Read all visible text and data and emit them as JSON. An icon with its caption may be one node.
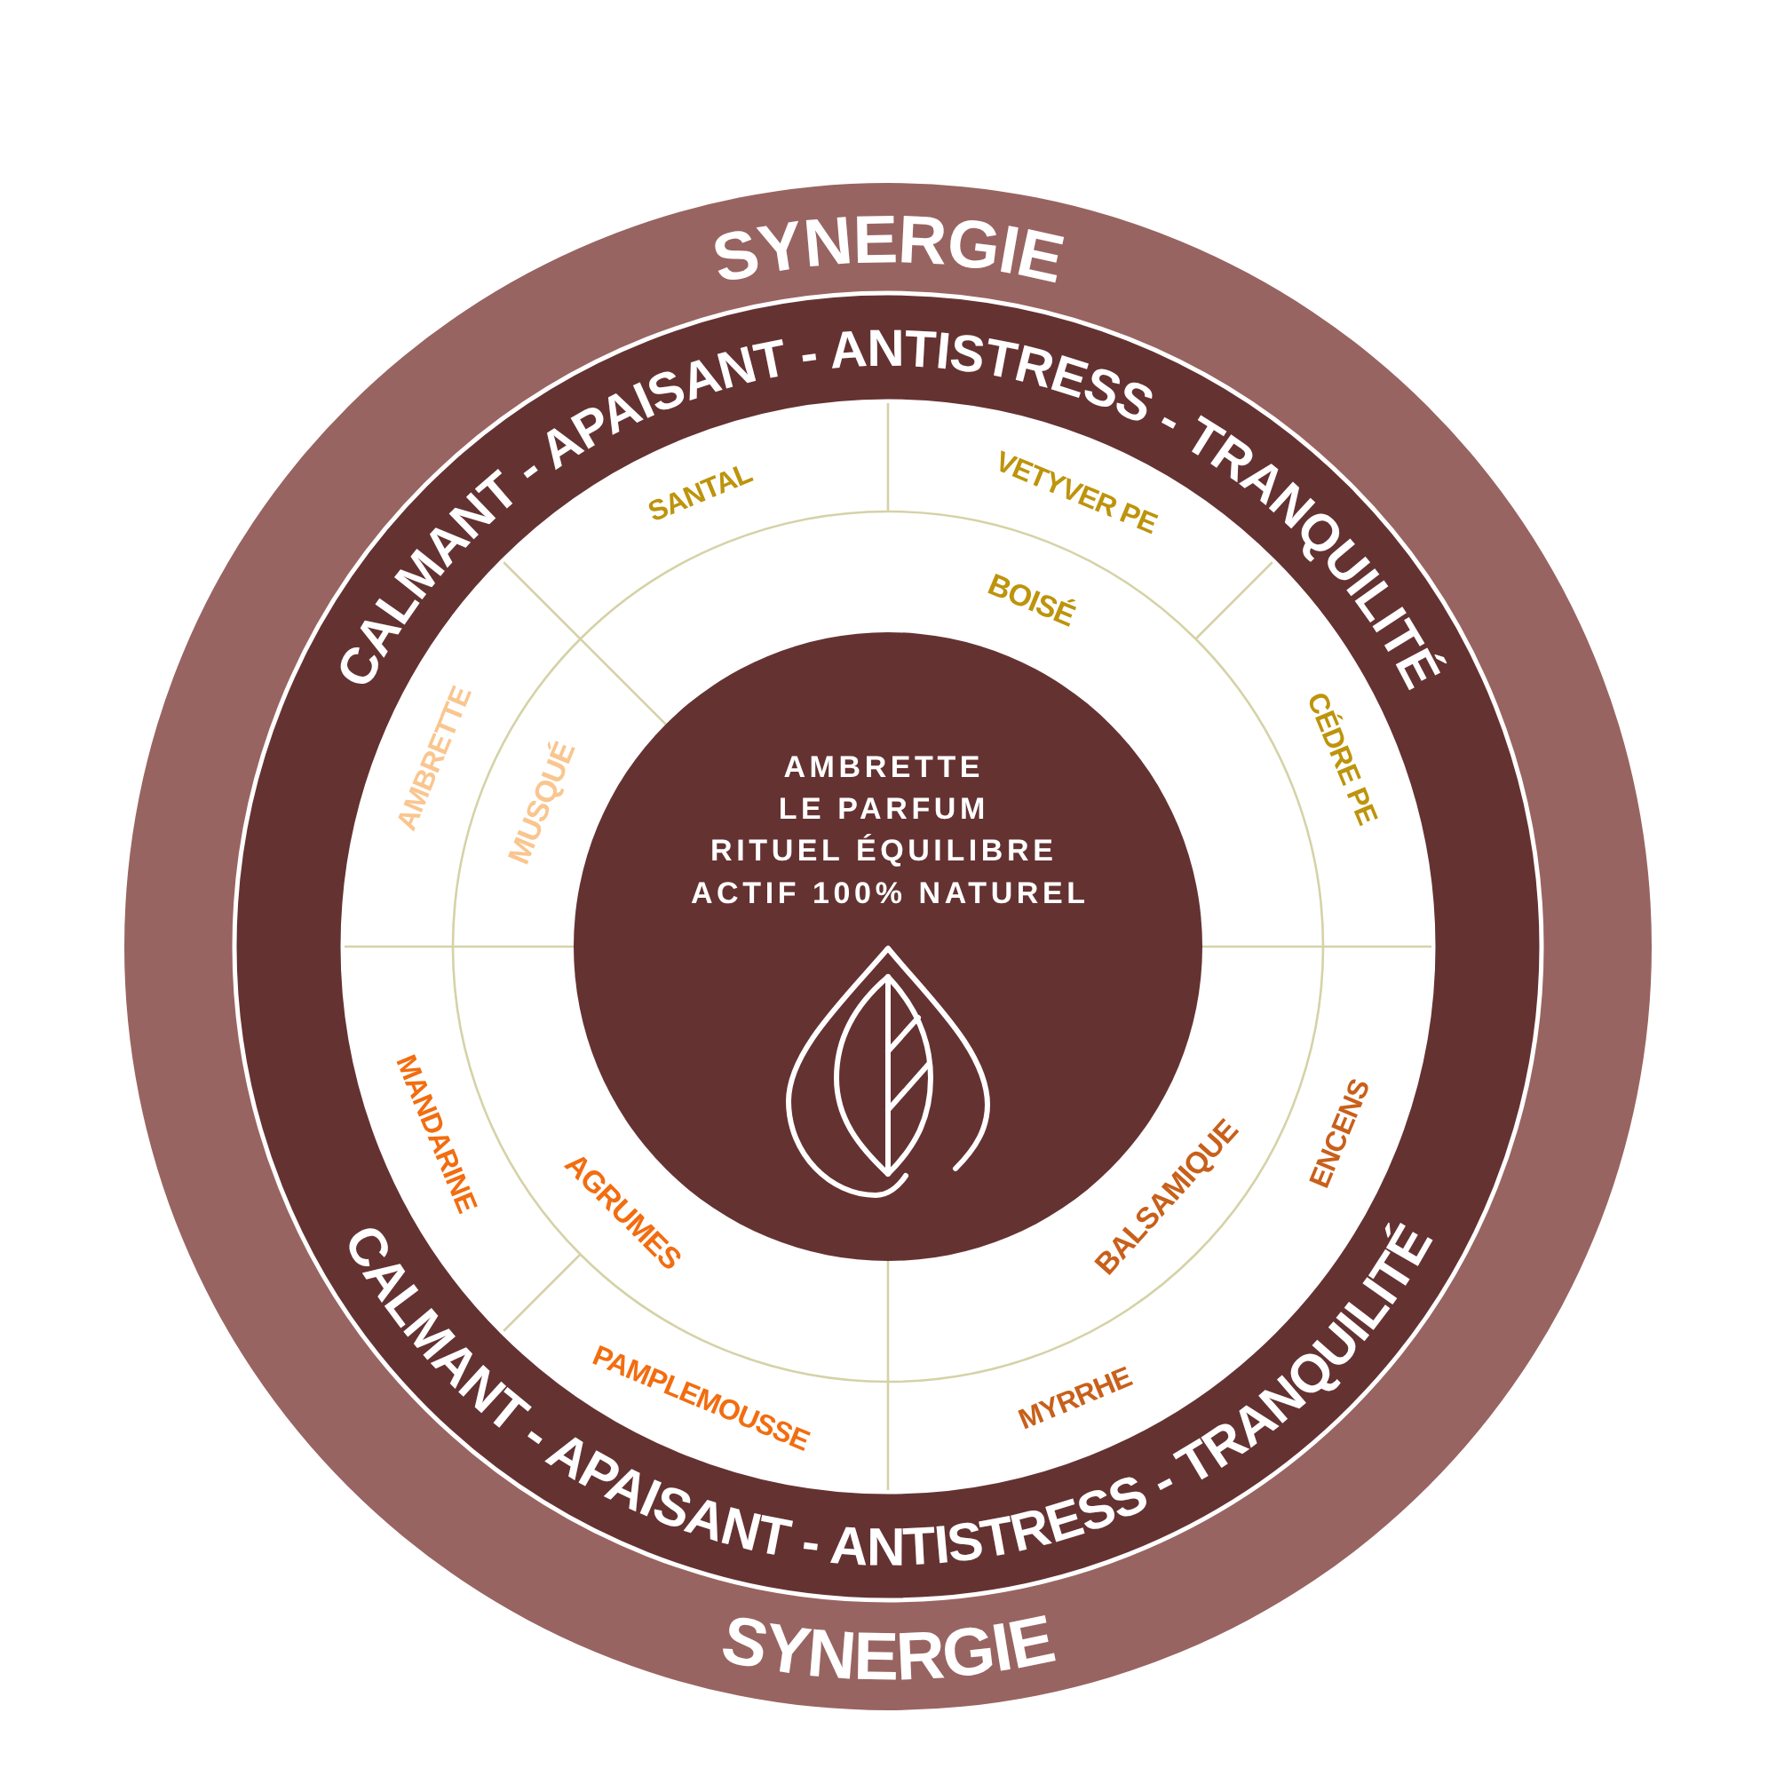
{
  "diagram": {
    "nodes": [
      {
        "text": [
          "SYNERGIE",
          "SYNERGIE"
        ]
      },
      {
        "text": [
          "CALMANT - APAISANT - ANTISTRESS - TRANQUILITÉ",
          "CALMANT - APAISANT - ANTISTRESS - TRANQUILITÉ"
        ],
        "in": 0
      },
      {
        "text": [
          "AMBRETTE",
          "LE PARFUM",
          "RITUEL ÉQUILIBRE",
          "ACTIF 100% NATUREL"
        ],
        "in": 1
      }
    ],
    "labels": [
      "SANTAL",
      "VETYVER PE",
      "BOISÉ",
      "AMBRETTE",
      "MUSQUÉ",
      "CÉDRE PE",
      "MANDARINE",
      "AGRUMES",
      "BALSAMIQUE",
      "ENCENS",
      "PAMPLEMOUSSE",
      "MYRRHE"
    ]
  }
}
